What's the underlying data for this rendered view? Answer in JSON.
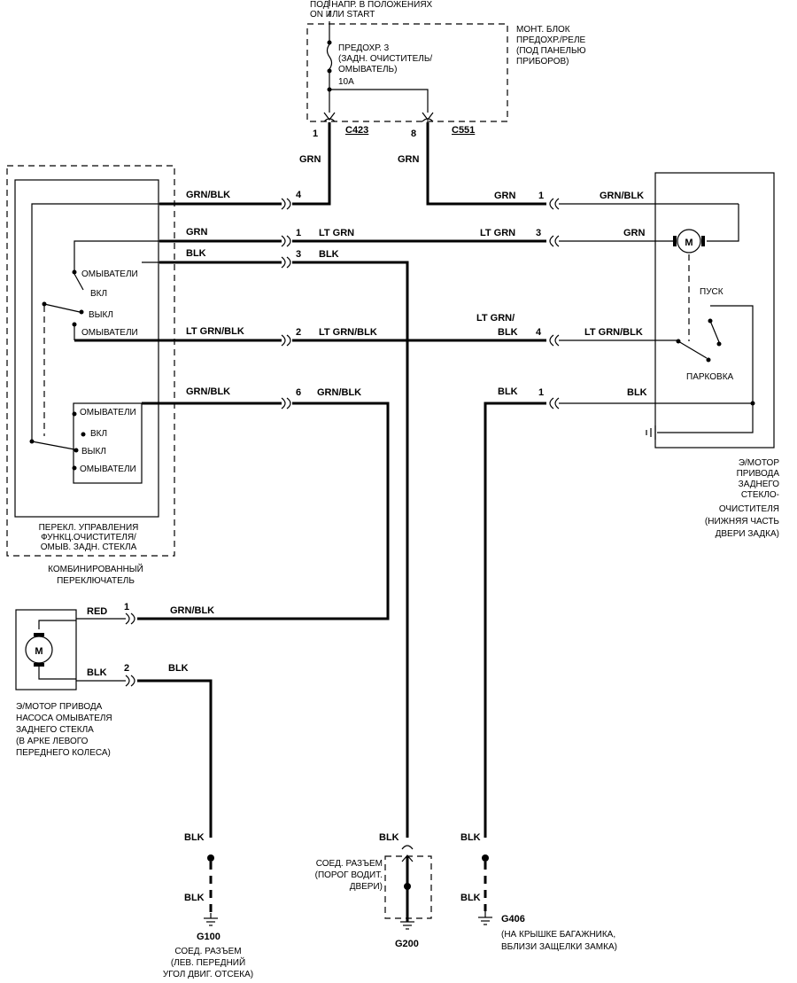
{
  "fuse_block": {
    "supply_line1": "ПОД НАПР. В ПОЛОЖЕНИЯХ",
    "supply_line2": "ON ИЛИ START",
    "fuse_line1": "ПРЕДОХР. 3",
    "fuse_line2": "(ЗАДН. ОЧИСТИТЕЛЬ/",
    "fuse_line3": "ОМЫВАТЕЛЬ)",
    "fuse_rating": "10A",
    "title_line1": "МОНТ. БЛОК",
    "title_line2": "ПРЕДОХР./РЕЛЕ",
    "title_line3": "(ПОД ПАНЕЛЬЮ",
    "title_line4": "ПРИБОРОВ)",
    "pin_c423": "1",
    "connector_c423": "C423",
    "pin_c551": "8",
    "connector_c551": "C551"
  },
  "wires": {
    "grn": "GRN",
    "grn_blk": "GRN/BLK",
    "blk": "BLK",
    "lt_grn": "LT GRN",
    "lt_grn_blk": "LT GRN/BLK",
    "lt_grn_slash": "LT GRN/",
    "red": "RED"
  },
  "pins": {
    "p1": "1",
    "p2": "2",
    "p3": "3",
    "p4": "4",
    "p6": "6"
  },
  "combo_switch": {
    "washers": "ОМЫВАТЕЛИ",
    "on": "ВКЛ",
    "off": "ВЫКЛ",
    "inner_line1": "ПЕРЕКЛ. УПРАВЛЕНИЯ",
    "inner_line2": "ФУНКЦ.ОЧИСТИТЕЛЯ/",
    "inner_line3": "ОМЫВ. ЗАДН. СТЕКЛА",
    "outer_line1": "КОМБИНИРОВАННЫЙ",
    "outer_line2": "ПЕРЕКЛЮЧАТЕЛЬ"
  },
  "wiper_motor": {
    "motor_symbol": "M",
    "start": "ПУСК",
    "park": "ПАРКОВКА",
    "label": [
      "Э/МОТОР",
      "ПРИВОДА",
      "ЗАДНЕГО",
      "СТЕКЛО-",
      "ОЧИСТИТЕЛЯ",
      "(НИЖНЯЯ ЧАСТЬ",
      "ДВЕРИ ЗАДКА)"
    ]
  },
  "pump_motor": {
    "motor_symbol": "M",
    "label": [
      "Э/МОТОР ПРИВОДА",
      "НАСОСА ОМЫВАТЕЛЯ",
      "ЗАДНЕГО СТЕКЛА",
      "(В АРКЕ ЛЕВОГО",
      "ПЕРЕДНЕГО КОЛЕСА)"
    ]
  },
  "grounds": {
    "g100": "G100",
    "g100_label": [
      "СОЕД. РАЗЪЕМ",
      "(ЛЕВ. ПЕРЕДНИЙ",
      "УГОЛ ДВИГ. ОТСЕКА)"
    ],
    "g200": "G200",
    "g200_label": [
      "СОЕД. РАЗЪЕМ",
      "(ПОРОГ ВОДИТ.",
      "ДВЕРИ)"
    ],
    "g406": "G406",
    "g406_label": [
      "(НА КРЫШКЕ БАГАЖНИКА,",
      "ВБЛИЗИ ЗАЩЕЛКИ ЗАМКА)"
    ]
  }
}
